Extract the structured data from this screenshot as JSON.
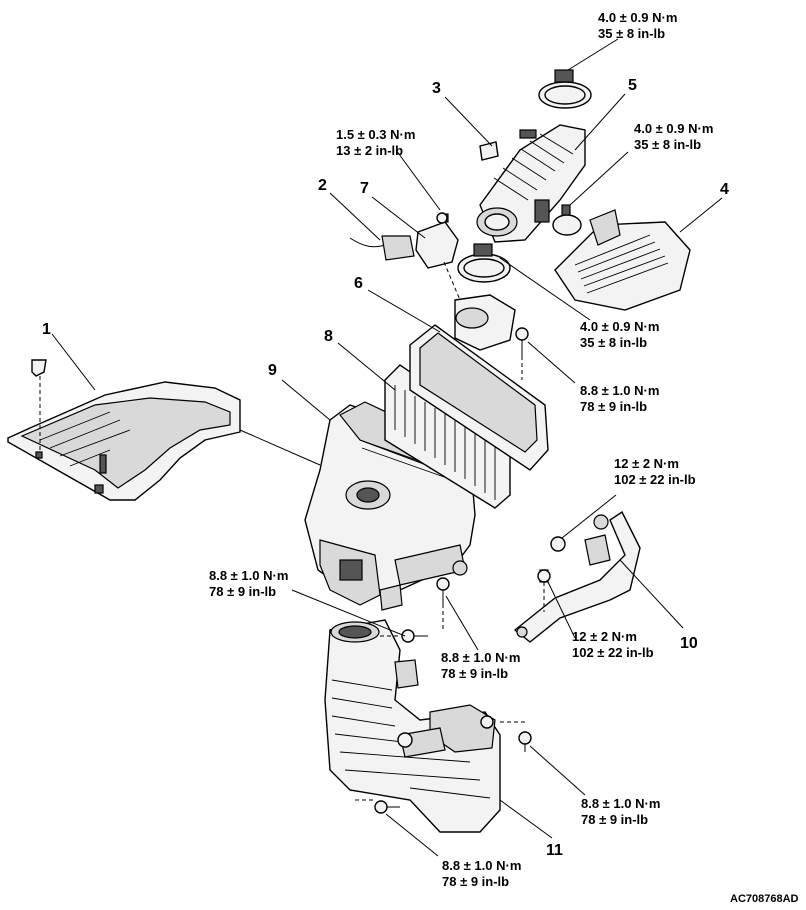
{
  "callouts": [
    {
      "num": "1"
    },
    {
      "num": "2"
    },
    {
      "num": "3"
    },
    {
      "num": "4"
    },
    {
      "num": "5"
    },
    {
      "num": "6"
    },
    {
      "num": "7"
    },
    {
      "num": "8"
    },
    {
      "num": "9"
    },
    {
      "num": "10"
    },
    {
      "num": "11"
    }
  ],
  "torques": [
    {
      "nm": "4.0 ± 0.9  N·m",
      "inlb": "35 ± 8 in-lb"
    },
    {
      "nm": "1.5 ± 0.3 N·m",
      "inlb": "13 ± 2 in-lb"
    },
    {
      "nm": "4.0 ± 0.9  N·m",
      "inlb": "35 ± 8 in-lb"
    },
    {
      "nm": "4.0 ± 0.9  N·m",
      "inlb": "35 ± 8 in-lb"
    },
    {
      "nm": "8.8 ± 1.0  N·m",
      "inlb": "78 ± 9 in-lb"
    },
    {
      "nm": "12 ± 2  N·m",
      "inlb": "102 ± 22 in-lb"
    },
    {
      "nm": "8.8 ± 1.0  N·m",
      "inlb": "78 ± 9 in-lb"
    },
    {
      "nm": "12 ± 2  N·m",
      "inlb": "102 ± 22 in-lb"
    },
    {
      "nm": "8.8 ± 1.0  N·m",
      "inlb": "78 ± 9 in-lb"
    },
    {
      "nm": "8.8 ± 1.0  N·m",
      "inlb": "78 ± 9 in-lb"
    },
    {
      "nm": "8.8 ± 1.0  N·m",
      "inlb": "78 ± 9 in-lb"
    }
  ],
  "figure_code": "AC708768AD"
}
